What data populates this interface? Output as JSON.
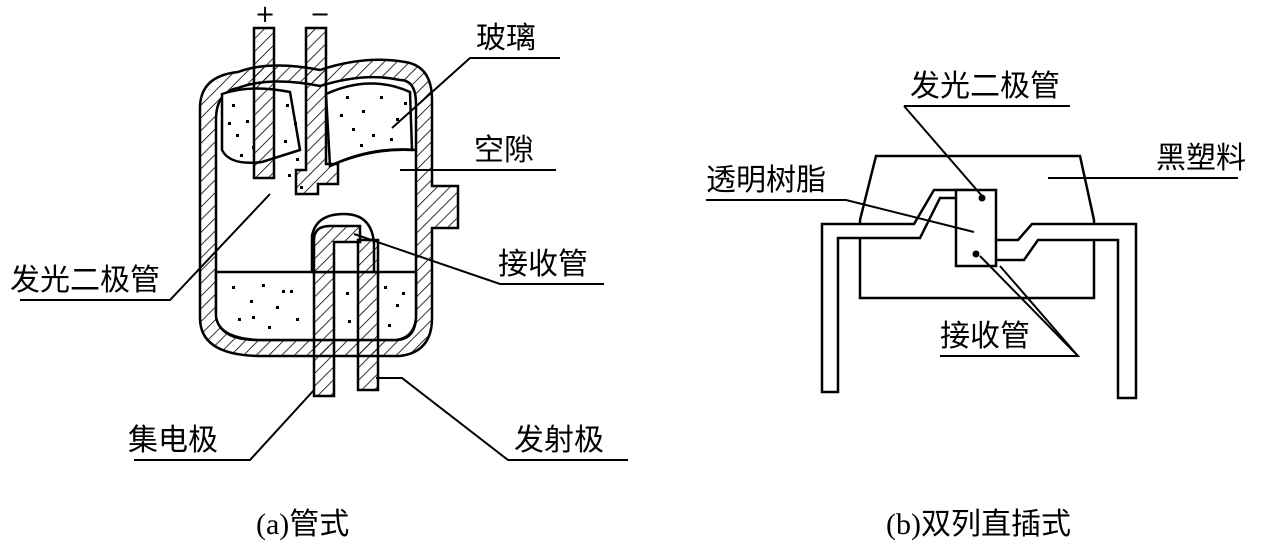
{
  "diagram_a": {
    "caption": "(a)管式",
    "plus_sign": "+",
    "minus_sign": "−",
    "labels": {
      "glass": "玻璃",
      "gap": "空隙",
      "led": "发光二极管",
      "receiver": "接收管",
      "collector": "集电极",
      "emitter": "发射极"
    }
  },
  "diagram_b": {
    "caption": "(b)双列直插式",
    "labels": {
      "led": "发光二极管",
      "clear_resin": "透明树脂",
      "black_plastic": "黑塑料",
      "receiver": "接收管"
    }
  }
}
